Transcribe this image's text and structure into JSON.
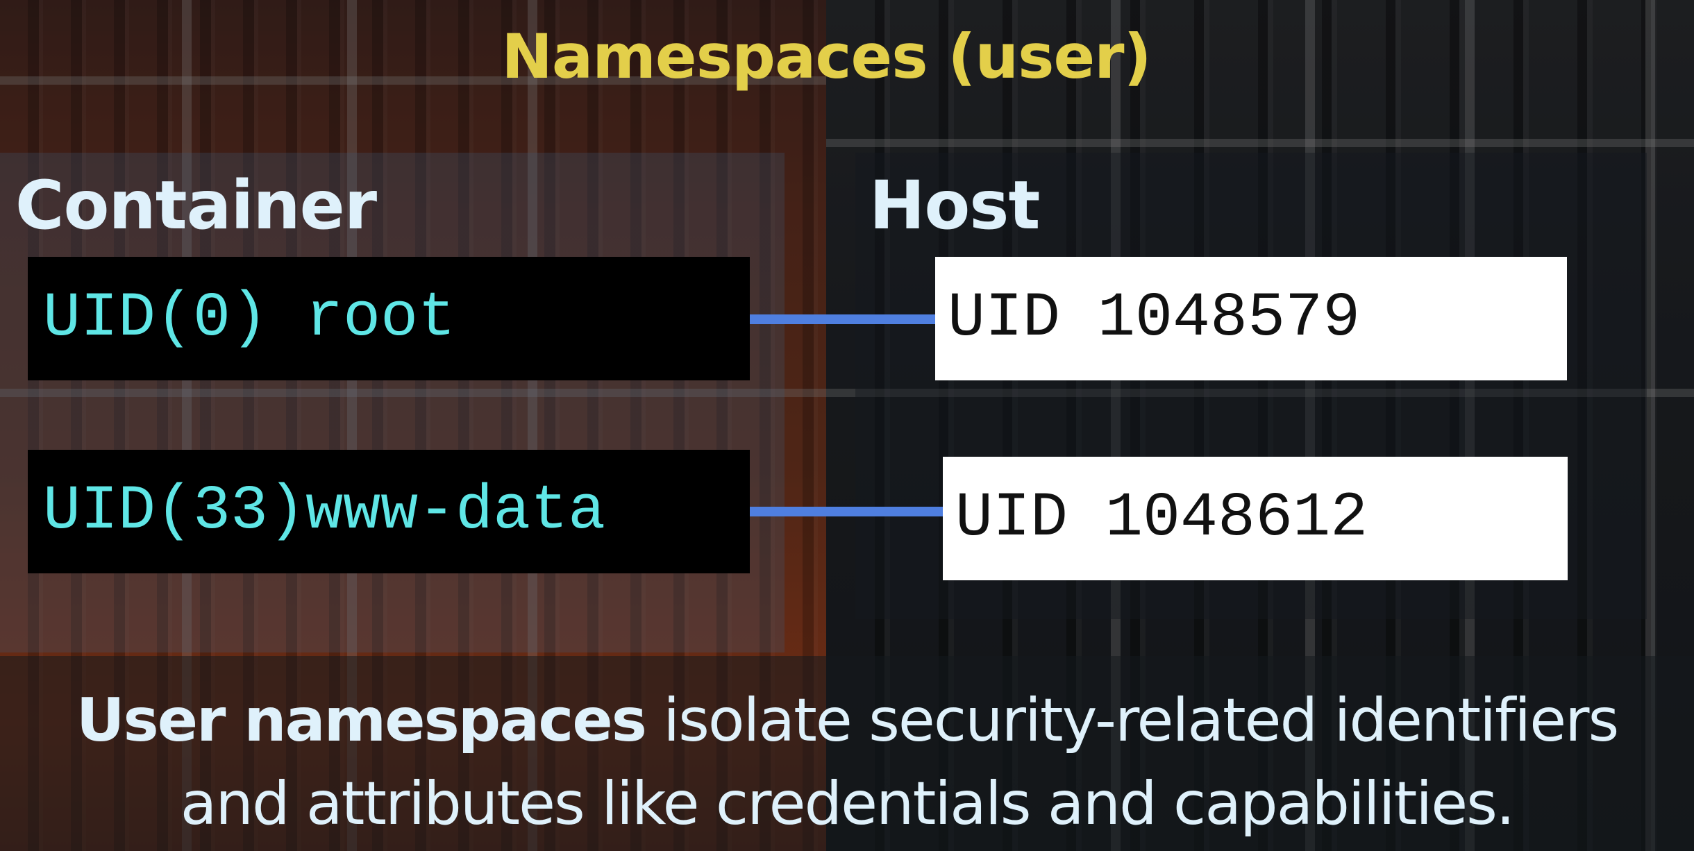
{
  "slide": {
    "title": "Namespaces (user)",
    "colors": {
      "title": "#e3cf4a",
      "heading_text": "#dff1fb",
      "container_uid_text": "#5fe6e6",
      "container_box_bg": "#000000",
      "host_box_bg": "#ffffff",
      "host_uid_text": "#111111",
      "connector": "#4f7fe0"
    }
  },
  "columns": {
    "container_heading": "Container",
    "host_heading": "Host"
  },
  "mappings": [
    {
      "container_uid": "UID(0)",
      "container_user": " root",
      "host_uid": "UID 1048579"
    },
    {
      "container_uid": "UID(33)",
      "container_user": "www-data",
      "host_uid": "UID 1048612"
    }
  ],
  "caption": {
    "emphasis": "User namespaces",
    "line1_rest": " isolate security-related identifiers",
    "line2": "and attributes like credentials and capabilities."
  }
}
